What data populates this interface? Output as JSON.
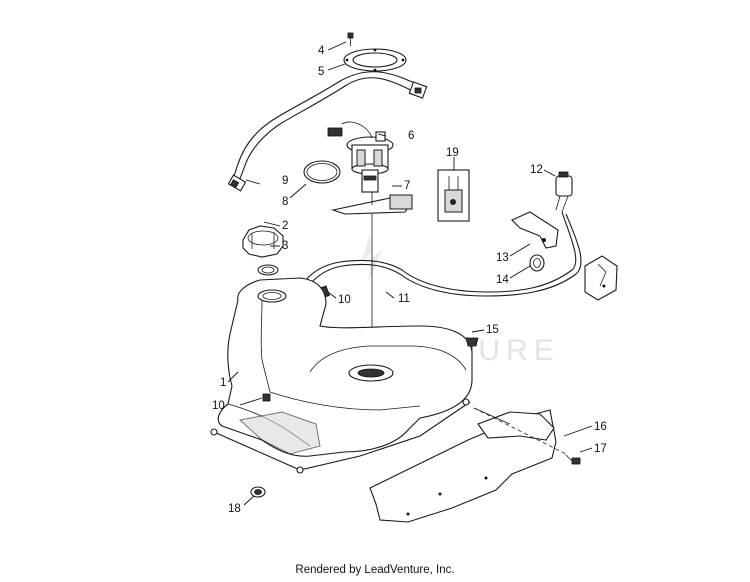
{
  "watermark": "LEADVENTURE",
  "footer": "Rendered by LeadVenture, Inc.",
  "callouts": [
    {
      "id": "c4",
      "text": "4"
    },
    {
      "id": "c5",
      "text": "5"
    },
    {
      "id": "c6",
      "text": "6"
    },
    {
      "id": "c7",
      "text": "7"
    },
    {
      "id": "c8",
      "text": "8"
    },
    {
      "id": "c9",
      "text": "9"
    },
    {
      "id": "c19",
      "text": "19"
    },
    {
      "id": "c12",
      "text": "12"
    },
    {
      "id": "c2",
      "text": "2"
    },
    {
      "id": "c3",
      "text": "3"
    },
    {
      "id": "c13",
      "text": "13"
    },
    {
      "id": "c14",
      "text": "14"
    },
    {
      "id": "c10a",
      "text": "10"
    },
    {
      "id": "c11",
      "text": "11"
    },
    {
      "id": "c15",
      "text": "15"
    },
    {
      "id": "c1",
      "text": "1"
    },
    {
      "id": "c10b",
      "text": "10"
    },
    {
      "id": "c16",
      "text": "16"
    },
    {
      "id": "c17",
      "text": "17"
    },
    {
      "id": "c18",
      "text": "18"
    }
  ]
}
